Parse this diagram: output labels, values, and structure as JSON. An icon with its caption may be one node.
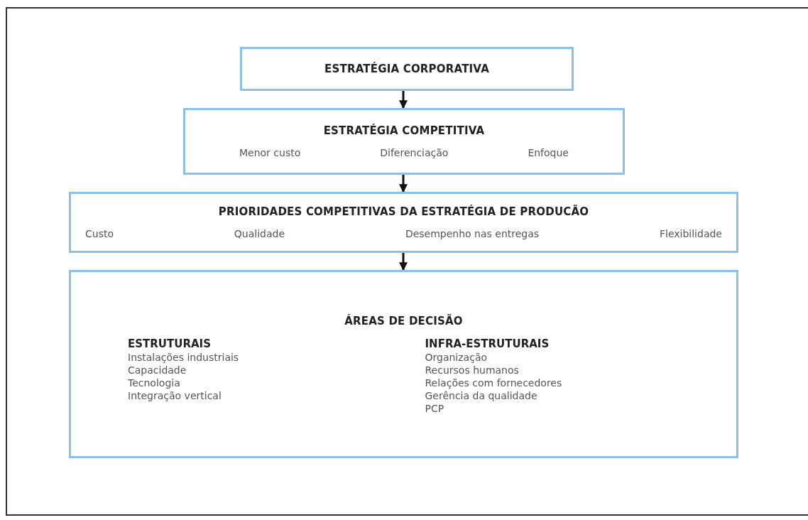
{
  "diagram": {
    "nodes": [
      {
        "text": [
          "ESTRATÉGIA CORPORATIVA"
        ]
      },
      {
        "text": [
          "ESTRATÉGIA COMPETITIVA",
          "Menor custo",
          "Diferenciação",
          "Enfoque"
        ]
      },
      {
        "text": [
          "PRIORIDADES COMPETITIVAS DA ESTRATÉGIA DE PRODUCÃO",
          "Custo",
          "Qualidade",
          "Desempenho nas entregas",
          "Flexibilidade"
        ]
      },
      {
        "text": [
          "ÁREAS DE DECISÃO",
          "ESTRUTURAIS",
          "Instalações industriais",
          "Capacidade",
          "Tecnologia",
          "Integração vertical",
          "INFRA-ESTRUTURAIS",
          "Organização",
          "Recursos humanos",
          "Relações com fornecedores",
          "Gerência da qualidade",
          "PCP"
        ]
      }
    ],
    "edges": [
      {
        "from": 0,
        "to": 1,
        "arrow": "to"
      },
      {
        "from": 1,
        "to": 2,
        "arrow": "to"
      },
      {
        "from": 2,
        "to": 3,
        "arrow": "to"
      }
    ]
  }
}
